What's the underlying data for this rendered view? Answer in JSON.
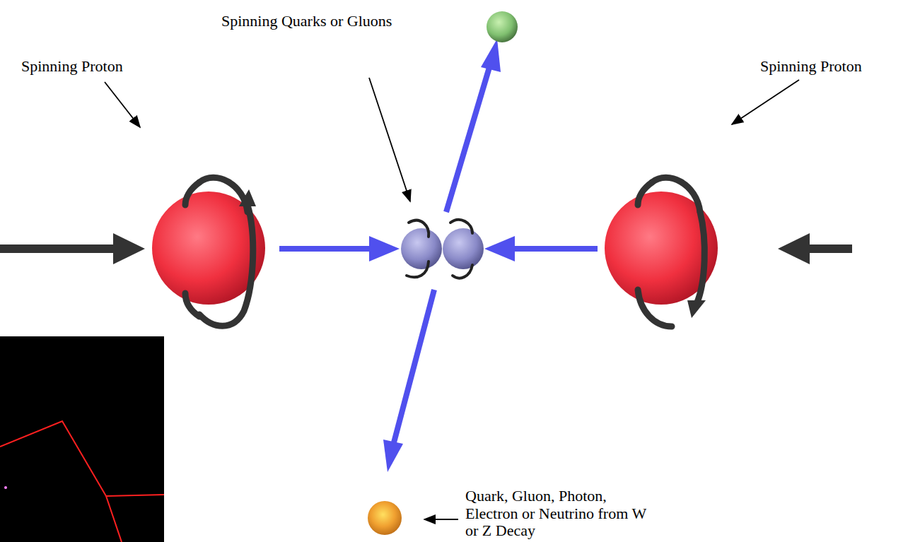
{
  "diagram": {
    "labels": [
      "Spinning Quarks or Gluons",
      "Spinning Proton",
      "Spinning Proton",
      "Quark, Gluon, Photon, Electron or Neutrino from W or Z Decay"
    ]
  }
}
